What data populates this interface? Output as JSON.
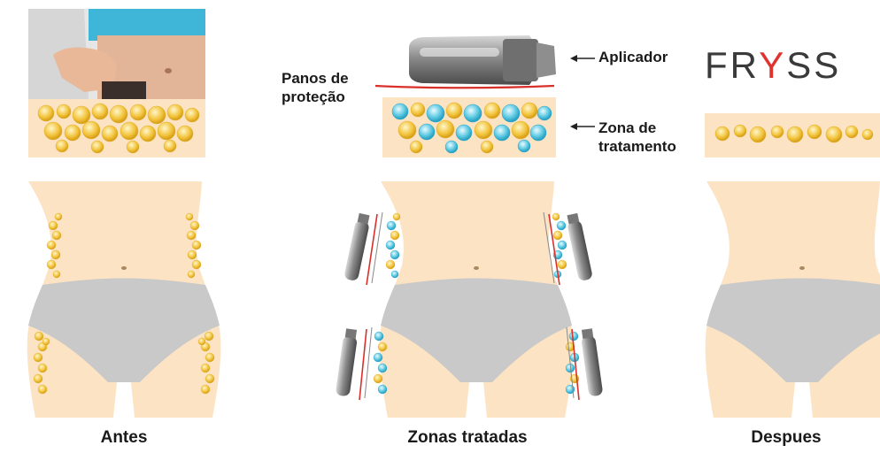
{
  "labels": {
    "applicator": "Aplicador",
    "cloth_line1": "Panos de",
    "cloth_line2": "proteção",
    "zone_line1": "Zona de",
    "zone_line2": "tratamento"
  },
  "logo": {
    "part1": "FR",
    "part2": "Y",
    "part3": "SS"
  },
  "captions": {
    "before": "Antes",
    "treated": "Zonas tratadas",
    "after": "Despues"
  },
  "colors": {
    "skin": "#fbe3c3",
    "fat": "#f3c33a",
    "cold": "#5cc8e0",
    "underwear": "#c9c9c9",
    "cloth": "#d8302b"
  }
}
